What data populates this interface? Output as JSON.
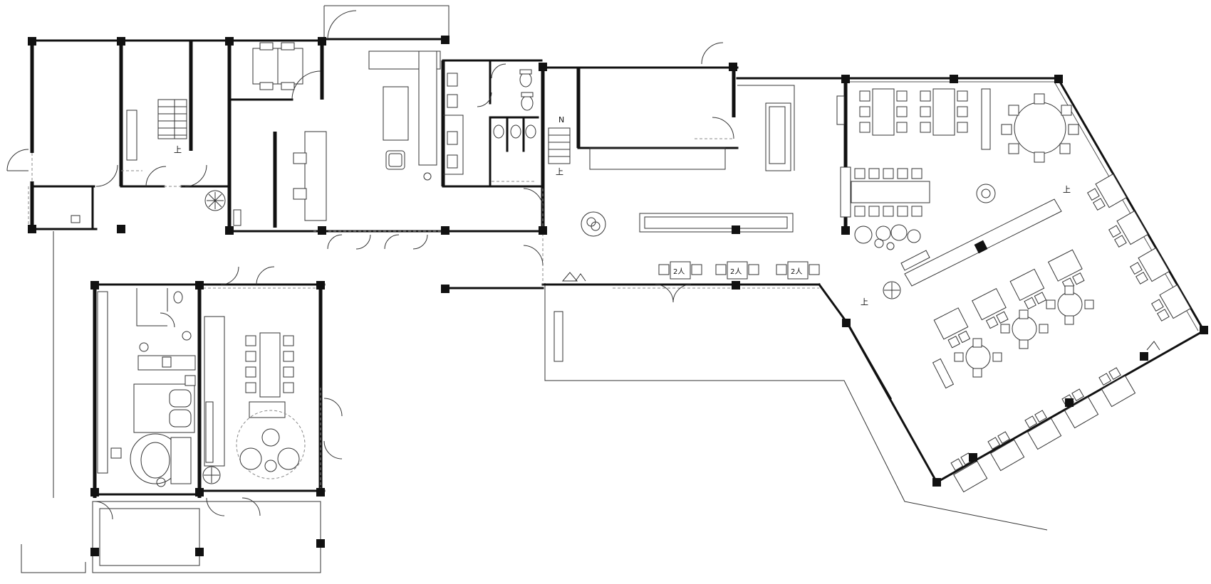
{
  "plan": {
    "stair_up_marker": "上",
    "north_arrow": "N",
    "two_person_table": "2人"
  },
  "colors": {
    "wall": "#111111",
    "thin_line": "#333333",
    "background": "#ffffff"
  },
  "icons": [
    "tree-icon",
    "toilet-icon",
    "sink-icon",
    "bed-icon",
    "sofa-icon",
    "armchair-icon",
    "round-table-icon",
    "stair-icon"
  ]
}
